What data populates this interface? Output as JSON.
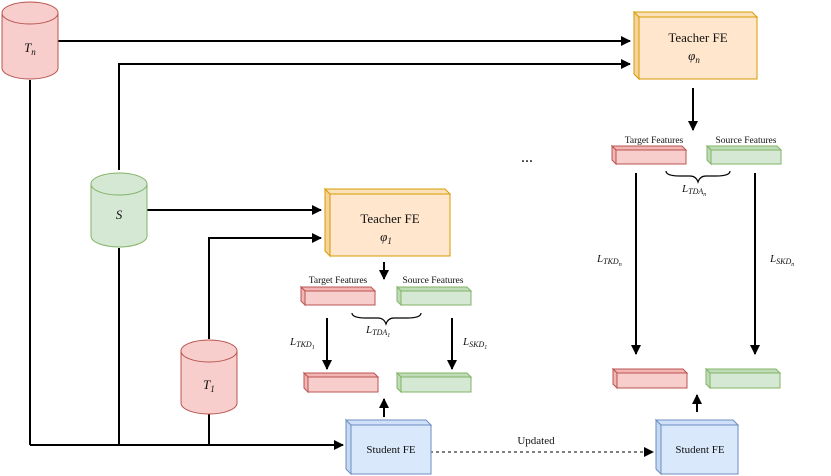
{
  "databases": {
    "tn": {
      "label": "T",
      "sub": "n"
    },
    "s": {
      "label": "S"
    },
    "t1": {
      "label": "T",
      "sub": "1"
    }
  },
  "teacher_1": {
    "title": "Teacher FE",
    "phi": "φ",
    "sub": "1"
  },
  "teacher_n": {
    "title": "Teacher FE",
    "phi": "φ",
    "sub": "n"
  },
  "features": {
    "target": "Target Features",
    "source": "Source Features"
  },
  "losses": {
    "l": "L",
    "tkd": "TKD",
    "skd": "SKD",
    "tda": "TDA",
    "sub1": "1",
    "subn": "n"
  },
  "student": {
    "label": "Student FE"
  },
  "updated_label": "Updated",
  "ellipsis": "...",
  "colors": {
    "red_fill": "#f8cecc",
    "red_stroke": "#b85450",
    "green_fill": "#d5e8d4",
    "green_stroke": "#82b366",
    "orange_fill": "#ffe6cc",
    "orange_stroke": "#d79b00",
    "blue_fill": "#dae8fc",
    "blue_stroke": "#6c8ebf"
  }
}
